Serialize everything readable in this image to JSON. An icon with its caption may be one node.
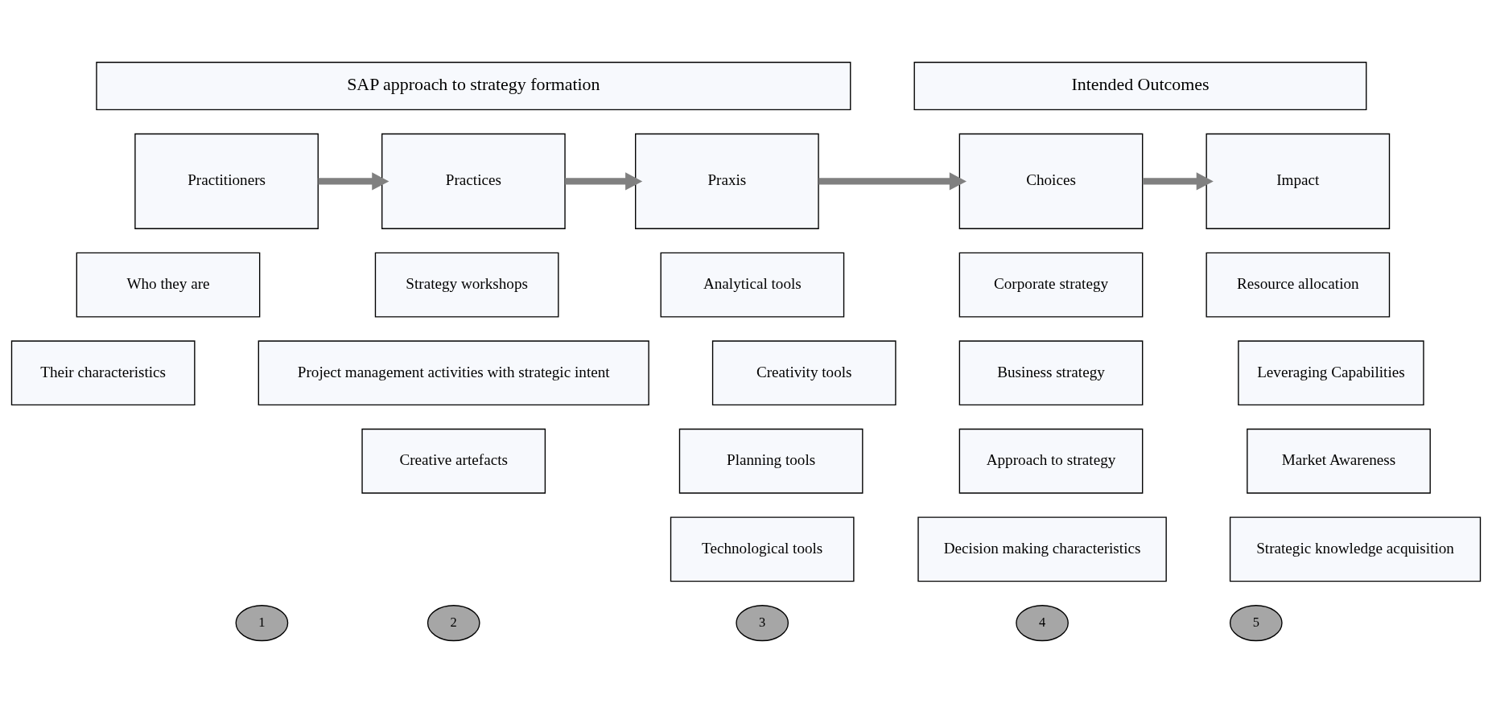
{
  "diagram": {
    "nodes": [
      {
        "text": [
          "SAP approach to strategy formation"
        ]
      },
      {
        "text": [
          "Intended Outcomes"
        ]
      },
      {
        "text": [
          "Practitioners"
        ]
      },
      {
        "text": [
          "Practices"
        ]
      },
      {
        "text": [
          "Praxis"
        ]
      },
      {
        "text": [
          "Choices"
        ]
      },
      {
        "text": [
          "Impact"
        ]
      },
      {
        "text": [
          "Who they are"
        ]
      },
      {
        "text": [
          "Their characteristics"
        ]
      },
      {
        "text": [
          "Strategy workshops"
        ]
      },
      {
        "text": [
          "Project management activities with strategic intent"
        ]
      },
      {
        "text": [
          "Creative artefacts"
        ]
      },
      {
        "text": [
          "Analytical tools"
        ]
      },
      {
        "text": [
          "Creativity tools"
        ]
      },
      {
        "text": [
          "Planning tools"
        ]
      },
      {
        "text": [
          "Technological tools"
        ]
      },
      {
        "text": [
          "Corporate strategy"
        ]
      },
      {
        "text": [
          "Business strategy"
        ]
      },
      {
        "text": [
          "Approach to strategy"
        ]
      },
      {
        "text": [
          "Decision making characteristics"
        ]
      },
      {
        "text": [
          "Resource allocation"
        ]
      },
      {
        "text": [
          "Leveraging Capabilities"
        ]
      },
      {
        "text": [
          "Market Awareness"
        ]
      },
      {
        "text": [
          "Strategic knowledge acquisition"
        ]
      },
      {
        "text": [
          "1"
        ]
      },
      {
        "text": [
          "2"
        ]
      },
      {
        "text": [
          "3"
        ]
      },
      {
        "text": [
          "4"
        ]
      },
      {
        "text": [
          "5"
        ]
      }
    ],
    "edges": [
      {
        "from": 2,
        "to": 3,
        "arrow": "to"
      },
      {
        "from": 3,
        "to": 4,
        "arrow": "to"
      },
      {
        "from": 4,
        "to": 5,
        "arrow": "to"
      },
      {
        "from": 5,
        "to": 6,
        "arrow": "to"
      }
    ]
  }
}
